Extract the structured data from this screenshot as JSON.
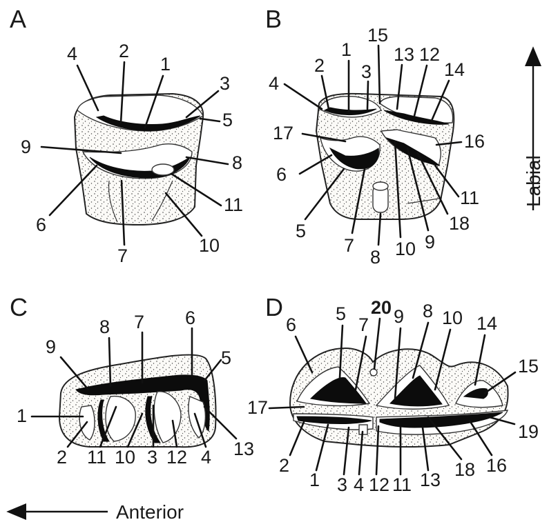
{
  "panels": {
    "A": {
      "letter": "A",
      "labels": [
        "4",
        "2",
        "1",
        "3",
        "5",
        "9",
        "8",
        "11",
        "6",
        "7",
        "10"
      ]
    },
    "B": {
      "letter": "B",
      "labels": [
        "4",
        "2",
        "1",
        "3",
        "15",
        "13",
        "12",
        "14",
        "17",
        "16",
        "6",
        "11",
        "5",
        "7",
        "8",
        "10",
        "9",
        "18"
      ]
    },
    "C": {
      "letter": "C",
      "labels": [
        "9",
        "8",
        "7",
        "6",
        "5",
        "1",
        "2",
        "11",
        "10",
        "3",
        "12",
        "4",
        "13"
      ]
    },
    "D": {
      "letter": "D",
      "labels": [
        "6",
        "5",
        "20",
        "7",
        "9",
        "8",
        "10",
        "14",
        "15",
        "17",
        "19",
        "2",
        "1",
        "3",
        "4",
        "12",
        "11",
        "13",
        "18",
        "16"
      ]
    }
  },
  "directions": {
    "labial": "Labial",
    "anterior": "Anterior"
  },
  "colors": {
    "ink": "#111111",
    "enamel": "#ffffff",
    "dentine_fill": "#f3f0ea"
  }
}
